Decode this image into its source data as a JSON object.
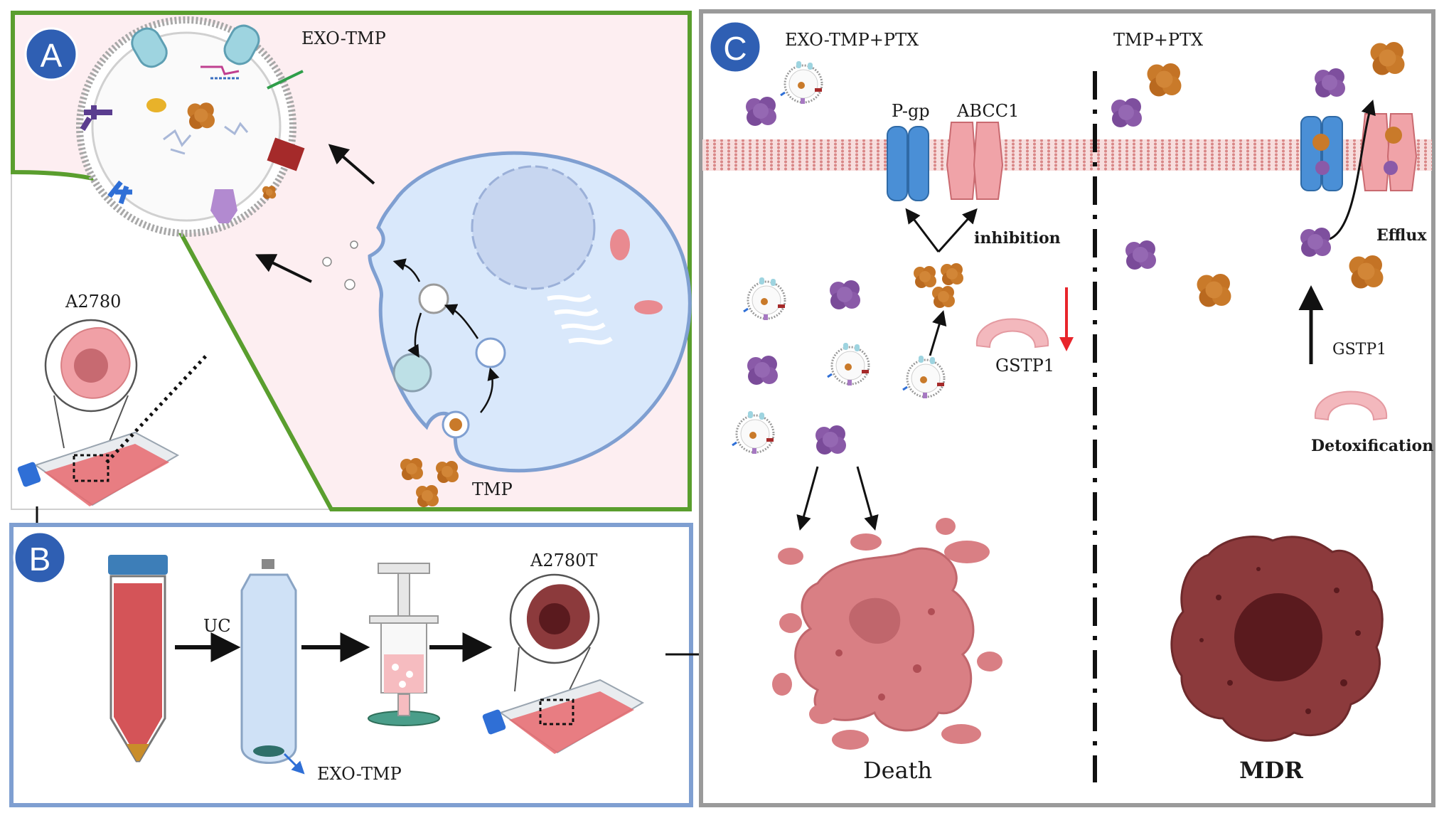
{
  "panels": {
    "a": {
      "badge": "A",
      "exo_label": "EXO-TMP",
      "cell_line": "A2780",
      "drug_label": "TMP"
    },
    "b": {
      "badge": "B",
      "uc_label": "UC",
      "exo_label": "EXO-TMP",
      "cell_line": "A2780T"
    },
    "c": {
      "badge": "C",
      "left_title": "EXO-TMP+PTX",
      "right_title": "TMP+PTX",
      "pgp_label": "P-gp",
      "abcc1_label": "ABCC1",
      "inhibition_label": "inhibition",
      "gstp1_left_label": "GSTP1",
      "gstp1_right_label": "GSTP1",
      "efflux_label": "Efflux",
      "detox_label": "Detoxification",
      "death_label": "Death",
      "mdr_label": "MDR"
    }
  },
  "colors": {
    "panel_a_border": "#5a9e2e",
    "panel_a_fill": "#fdeef1",
    "panel_b_border": "#7f9fd1",
    "panel_c_border": "#9a9a9a",
    "badge_fill": "#2f5fb3",
    "membrane": "#d98787",
    "pgp_blue": "#4a8fd6",
    "abcc1_pink": "#f0a3a8",
    "tmp_orange": "#c97a2a",
    "ptx_purple": "#8a5aa8",
    "dead_cell": "#d97f84",
    "mdr_cell": "#8c3a3c",
    "cell_blue": "#d9e8fb",
    "down_arrow_red": "#e8252b"
  }
}
